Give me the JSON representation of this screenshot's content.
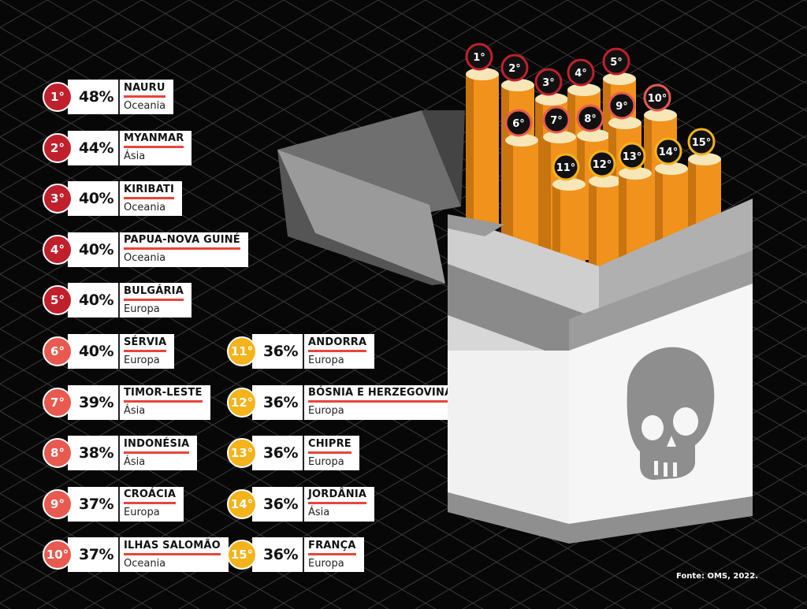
{
  "chart_data": {
    "type": "table",
    "source": "Fonte: OMS, 2022.",
    "columns": [
      "rank",
      "percent",
      "country",
      "continent"
    ],
    "rows": [
      {
        "rank": "1°",
        "value": 48,
        "percent": "48%",
        "country": "NAURU",
        "continent": "Oceania",
        "tier": "top"
      },
      {
        "rank": "2°",
        "value": 44,
        "percent": "44%",
        "country": "MYANMAR",
        "continent": "Ásia",
        "tier": "top"
      },
      {
        "rank": "3°",
        "value": 40,
        "percent": "40%",
        "country": "KIRIBATI",
        "continent": "Oceania",
        "tier": "top"
      },
      {
        "rank": "4°",
        "value": 40,
        "percent": "40%",
        "country": "PAPUA-NOVA GUINÉ",
        "continent": "Oceania",
        "tier": "top"
      },
      {
        "rank": "5°",
        "value": 40,
        "percent": "40%",
        "country": "BULGÁRIA",
        "continent": "Europa",
        "tier": "top"
      },
      {
        "rank": "6°",
        "value": 40,
        "percent": "40%",
        "country": "SÉRVIA",
        "continent": "Europa",
        "tier": "mid"
      },
      {
        "rank": "7°",
        "value": 39,
        "percent": "39%",
        "country": "TIMOR-LESTE",
        "continent": "Ásia",
        "tier": "mid"
      },
      {
        "rank": "8°",
        "value": 38,
        "percent": "38%",
        "country": "INDONÉSIA",
        "continent": "Ásia",
        "tier": "mid"
      },
      {
        "rank": "9°",
        "value": 37,
        "percent": "37%",
        "country": "CROÁCIA",
        "continent": "Europa",
        "tier": "mid"
      },
      {
        "rank": "10°",
        "value": 37,
        "percent": "37%",
        "country": "ILHAS SALOMÃO",
        "continent": "Oceania",
        "tier": "mid"
      },
      {
        "rank": "11°",
        "value": 36,
        "percent": "36%",
        "country": "ANDORRA",
        "continent": "Europa",
        "tier": "low"
      },
      {
        "rank": "12°",
        "value": 36,
        "percent": "36%",
        "country": "BÓSNIA E HERZEGOVINA",
        "continent": "Europa",
        "tier": "low"
      },
      {
        "rank": "13°",
        "value": 36,
        "percent": "36%",
        "country": "CHIPRE",
        "continent": "Europa",
        "tier": "low"
      },
      {
        "rank": "14°",
        "value": 36,
        "percent": "36%",
        "country": "JORDÂNIA",
        "continent": "Ásia",
        "tier": "low"
      },
      {
        "rank": "15°",
        "value": 36,
        "percent": "36%",
        "country": "FRANÇA",
        "continent": "Europa",
        "tier": "low"
      }
    ]
  },
  "colors": {
    "background": "#070707",
    "grid_line": "#3a3a3a",
    "tier_top": "#c0202c",
    "tier_mid": "#e85a4f",
    "tier_low": "#f5b31b",
    "underline": "#e8443a",
    "cigarette_orange": "#f0921c",
    "cigarette_orange_dark": "#c87410",
    "filter_cream": "#f7e6b8",
    "pack_light": "#e6e6e6",
    "pack_mid": "#b9b9b9",
    "pack_dark": "#7c7c7c",
    "skull": "#8e8e8e"
  },
  "icons": {
    "illustration": "cigarette-pack-icon",
    "symbol": "skull-icon"
  }
}
